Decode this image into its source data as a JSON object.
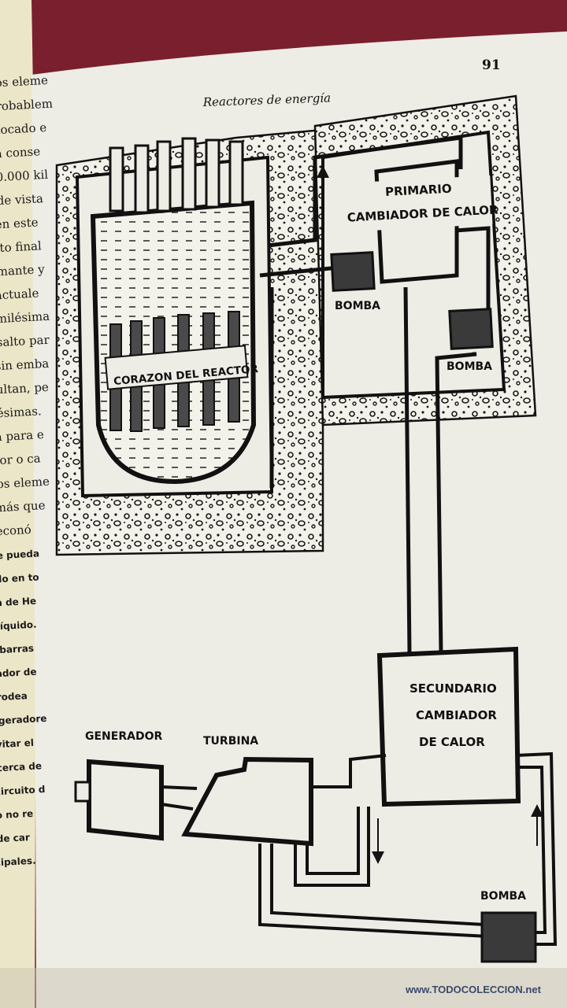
{
  "page": {
    "number": "91",
    "running_head": "Reactores de energía"
  },
  "diagram": {
    "labels": {
      "primary_line1": "PRIMARIO",
      "primary_line2": "CAMBIADOR DE CALOR",
      "pump_1": "BOMBA",
      "pump_2": "BOMBA",
      "pump_3": "BOMBA",
      "core": "CORAZON DEL REACTOR",
      "secondary_line1": "SECUNDARIO",
      "secondary_line2": "CAMBIADOR",
      "secondary_line3": "DE CALOR",
      "generator": "GENERADOR",
      "turbine": "TURBINA"
    }
  },
  "left_page_fragments": [
    "os eleme",
    "robablem",
    "locado e",
    "a conse",
    "0.000 kil",
    "de vista",
    "en este",
    "lto final",
    "mante y",
    "actuale",
    "milésima",
    "salto par",
    "sin emba",
    "ultan, pe",
    "ésimas.",
    "a para e",
    "ior o ca",
    "os eleme",
    "más que",
    "econó",
    "e pueda",
    "do en to",
    "a de He",
    "líquido.",
    "(barras",
    "ador de",
    "rodea",
    "igeradore",
    "vitar el",
    "cerca de",
    "circuito d",
    "o no re",
    "de car",
    "cipales."
  ],
  "watermark": "www.TODOCOLECCION.net",
  "colors": {
    "ink": "#141414",
    "paper": "#eeede5",
    "cloth": "#7a1f2e"
  }
}
